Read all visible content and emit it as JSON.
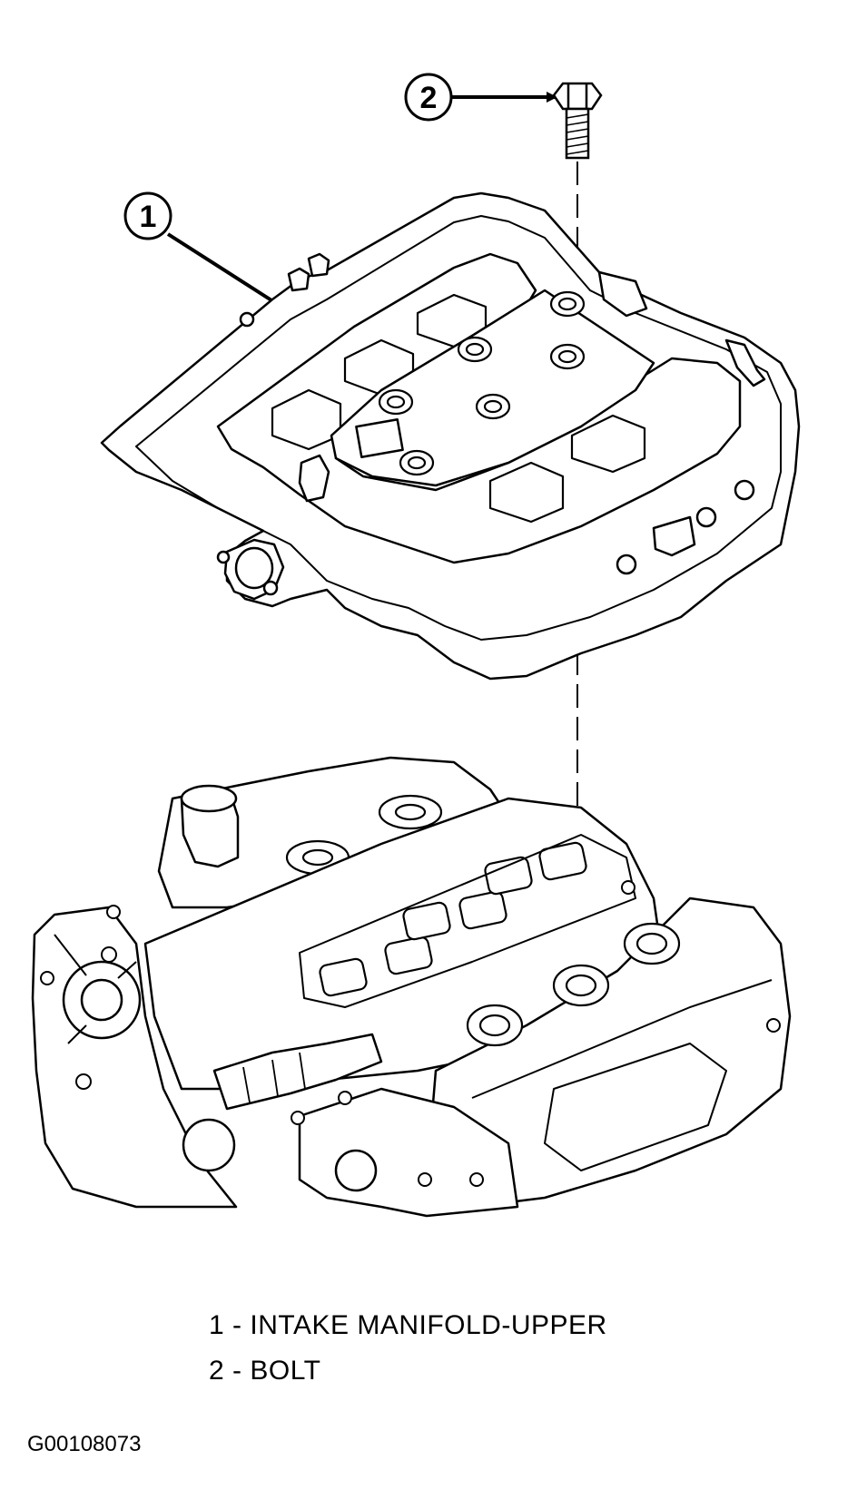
{
  "callouts": [
    {
      "number": "1",
      "part": "upper intake manifold"
    },
    {
      "number": "2",
      "part": "bolt"
    }
  ],
  "legend": [
    {
      "num": "1",
      "sep": " - ",
      "text": "INTAKE MANIFOLD-UPPER"
    },
    {
      "num": "2",
      "sep": " - ",
      "text": "BOLT"
    }
  ],
  "figure_id": "G00108073"
}
